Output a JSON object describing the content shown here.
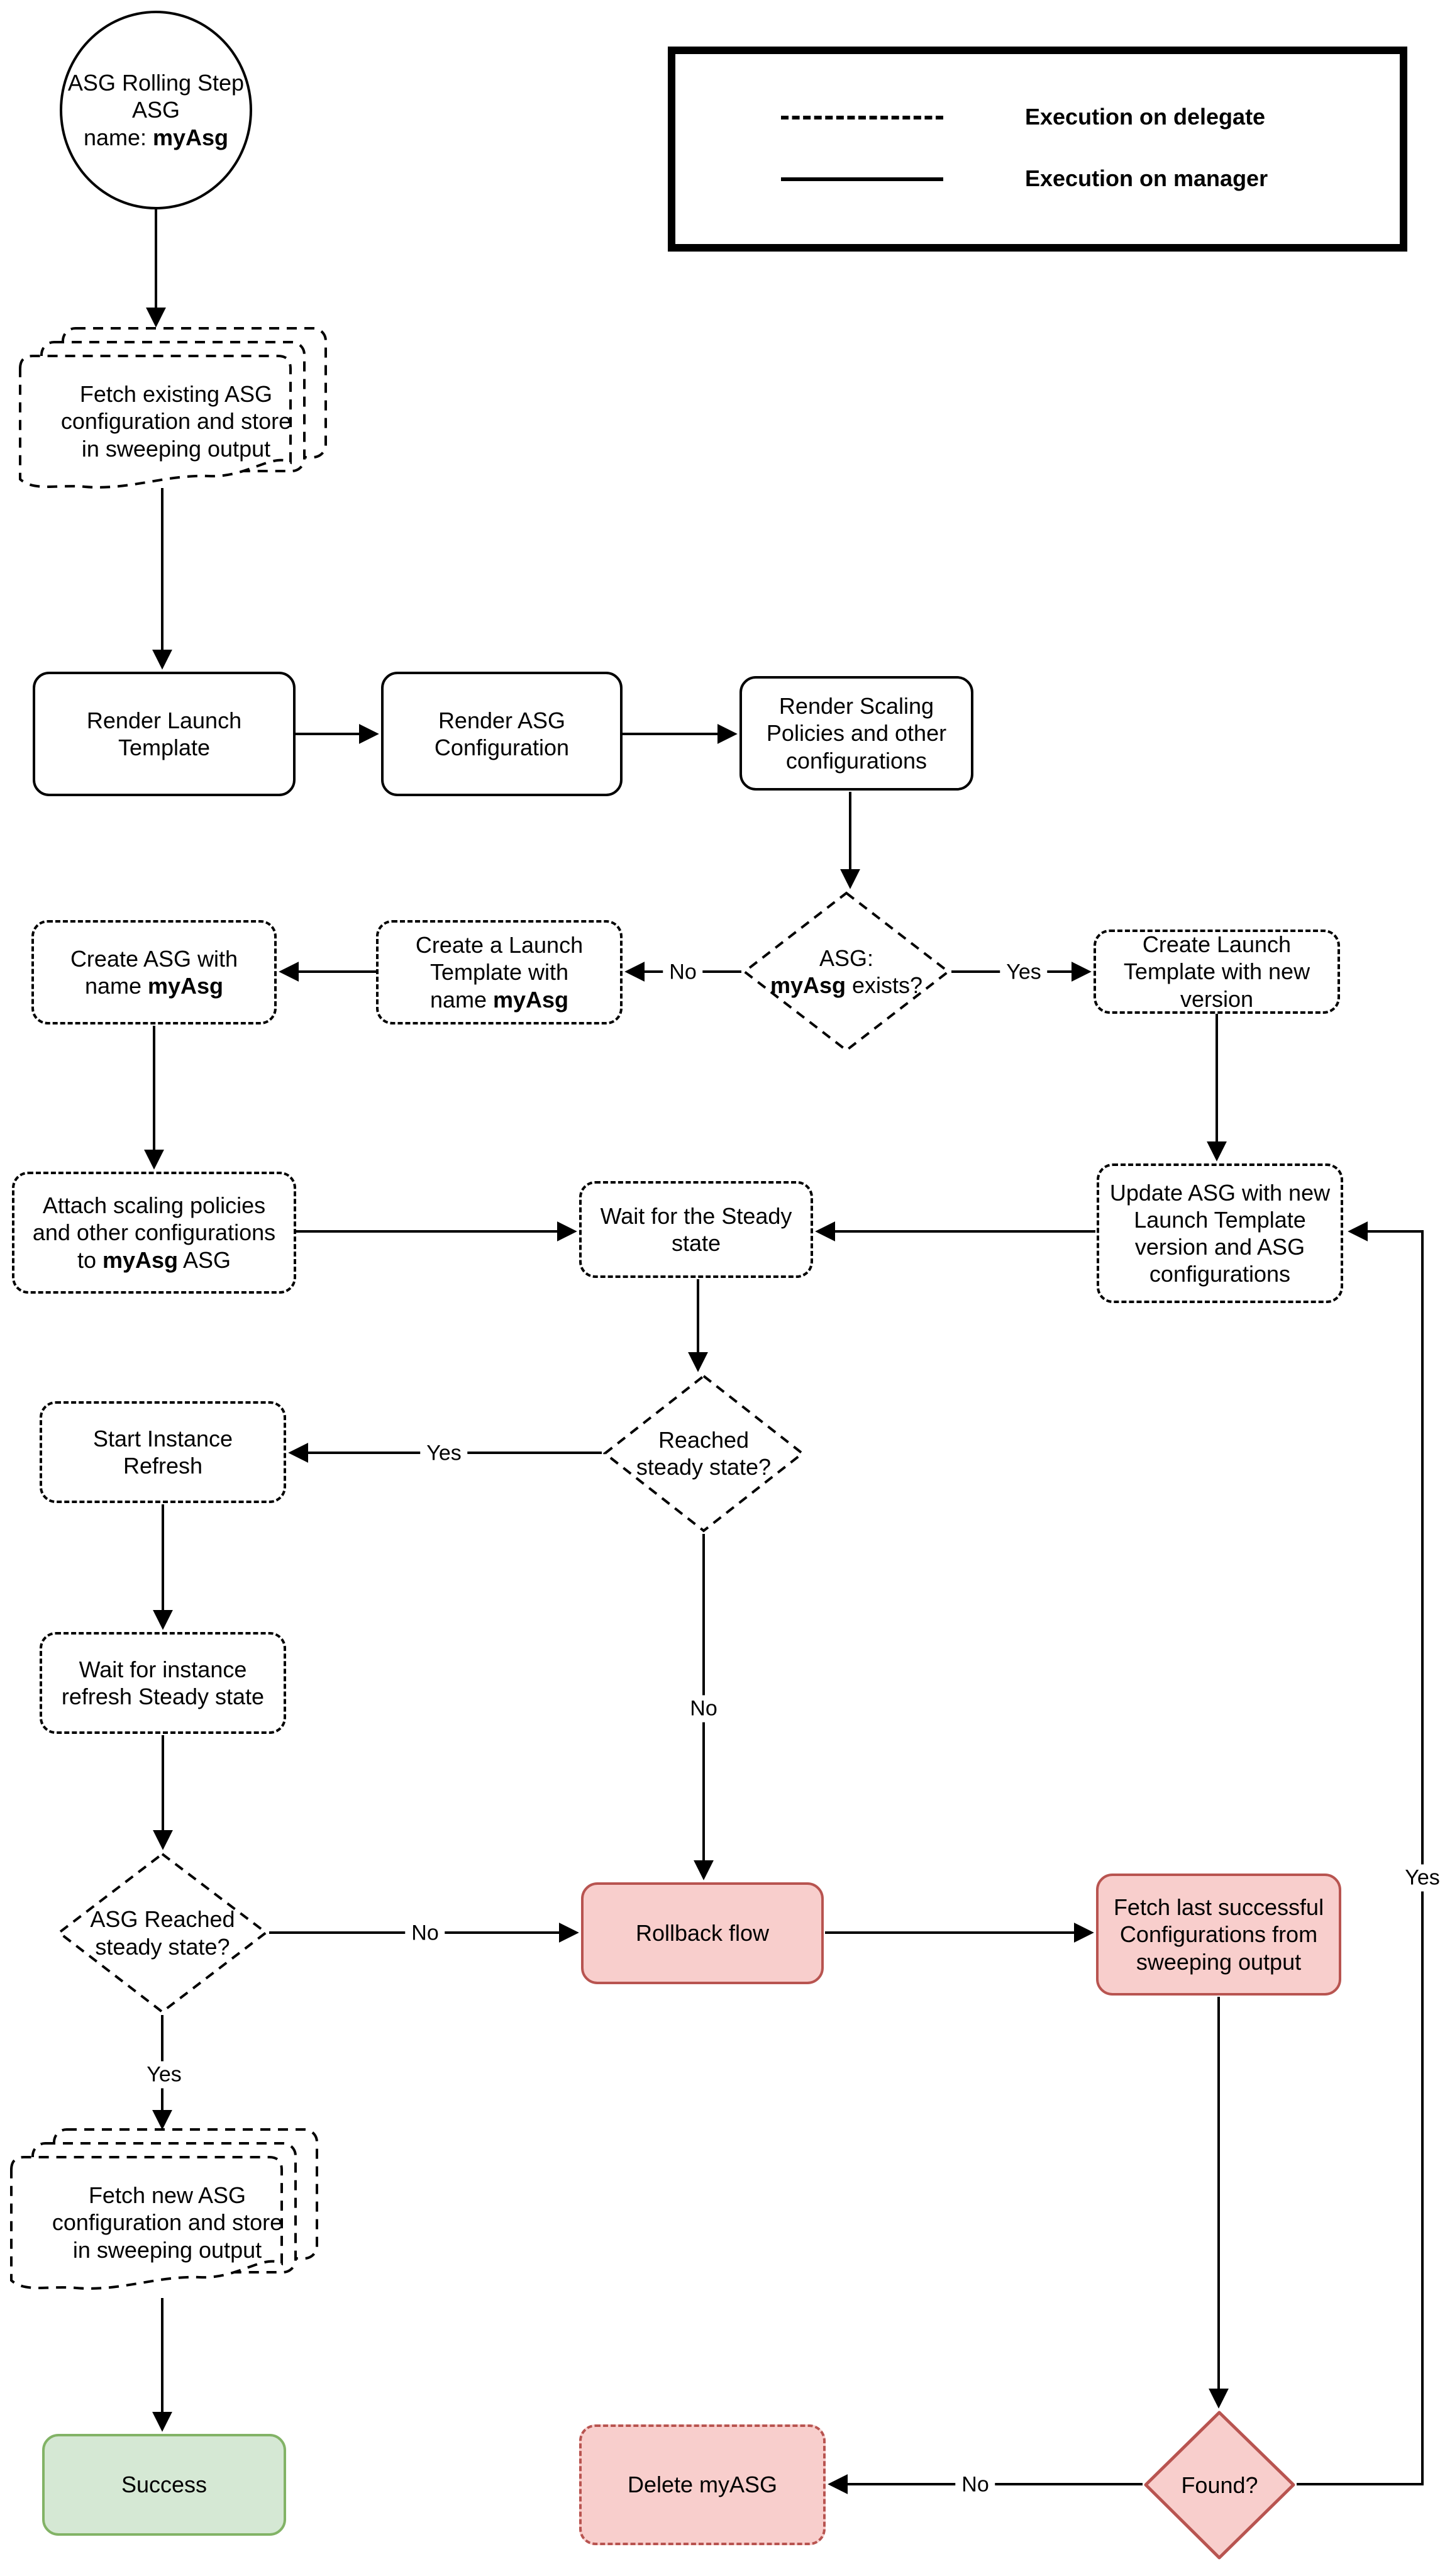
{
  "colors": {
    "line": "#000000",
    "background": "#ffffff",
    "danger_fill": "#f8cecc",
    "danger_border": "#b85450",
    "success_fill": "#d5e8d4",
    "success_border": "#82b366"
  },
  "legend": {
    "delegate_label": "Execution on delegate",
    "manager_label": "Execution on manager"
  },
  "nodes": {
    "start": {
      "l1": "ASG Rolling Step",
      "l2": "ASG",
      "l3_pre": "name: ",
      "l3_bold": "myAsg"
    },
    "fetch_existing": {
      "l1": "Fetch existing ASG",
      "l2": "configuration and store",
      "l3": "in sweeping output"
    },
    "render_launch_template": {
      "l1": "Render Launch",
      "l2": "Template"
    },
    "render_asg_configuration": {
      "l1": "Render ASG",
      "l2": "Configuration"
    },
    "render_scaling_policies": {
      "l1": "Render Scaling",
      "l2": "Policies and other",
      "l3": "configurations"
    },
    "asg_exists": {
      "l1": "ASG:",
      "l2_bold": "myAsg",
      "l2_suf": " exists?"
    },
    "create_launch_template_named": {
      "l1": "Create a Launch",
      "l2": "Template with",
      "l3_pre": "name ",
      "l3_bold": "myAsg"
    },
    "create_asg": {
      "l1": "Create ASG with",
      "l2_pre": "name ",
      "l2_bold": "myAsg"
    },
    "create_launch_template_new": {
      "l1": "Create Launch",
      "l2": "Template with new",
      "l3": "version"
    },
    "attach_scaling_policies": {
      "l1": "Attach scaling policies",
      "l2": "and other configurations",
      "l3_pre": "to ",
      "l3_bold": "myAsg",
      "l3_suf": " ASG"
    },
    "wait_steady_state": {
      "l1": "Wait for the Steady",
      "l2": "state"
    },
    "update_asg": {
      "l1": "Update ASG with new",
      "l2": "Launch Template",
      "l3": "version and ASG",
      "l4": "configurations"
    },
    "reached_steady_state": {
      "l1": "Reached",
      "l2": "steady state?"
    },
    "start_instance_refresh": {
      "l1": "Start Instance",
      "l2": "Refresh"
    },
    "wait_instance_refresh": {
      "l1": "Wait for instance",
      "l2": "refresh Steady state"
    },
    "asg_reached_steady_state": {
      "l1": "ASG Reached",
      "l2": "steady state?"
    },
    "rollback_flow": {
      "l1": "Rollback flow"
    },
    "fetch_last_successful": {
      "l1": "Fetch last successful",
      "l2": "Configurations from",
      "l3": "sweeping output"
    },
    "fetch_new": {
      "l1": "Fetch new ASG",
      "l2": "configuration and store",
      "l3": "in sweeping output"
    },
    "success": {
      "l1": "Success"
    },
    "delete_myasg": {
      "l1": "Delete myASG"
    },
    "found": {
      "l1": "Found?"
    }
  },
  "edge_labels": {
    "asg_exists_no": "No",
    "asg_exists_yes": "Yes",
    "reached_yes": "Yes",
    "reached_no": "No",
    "asg_reached_no": "No",
    "asg_reached_yes": "Yes",
    "found_no": "No",
    "found_yes": "Yes"
  }
}
